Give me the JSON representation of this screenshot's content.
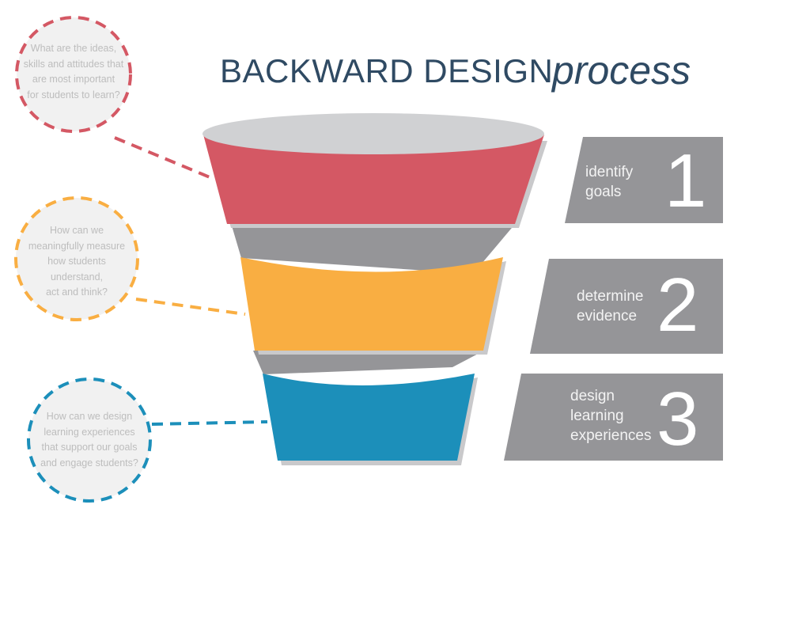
{
  "title": {
    "main": "BACKWARD DESIGN",
    "sub": "process"
  },
  "colors": {
    "red": "#d45864",
    "yellow": "#f9ae42",
    "blue": "#1c8fba",
    "gray": "#959598",
    "rim": "#d0d1d3",
    "circle_fill": "#f1f1f1",
    "title": "#2f4a63"
  },
  "questions": [
    {
      "lines": [
        "What are the ideas,",
        "skills and attitudes that",
        "are most important",
        "for students to learn?"
      ]
    },
    {
      "lines": [
        "How can we",
        "meaningfully measure",
        "how students",
        "understand,",
        "act and think?"
      ]
    },
    {
      "lines": [
        "How can we design",
        "learning experiences",
        "that support our goals",
        "and engage students?"
      ]
    }
  ],
  "steps": [
    {
      "number": "1",
      "lines": [
        "identify",
        "goals"
      ]
    },
    {
      "number": "2",
      "lines": [
        "determine",
        "evidence"
      ]
    },
    {
      "number": "3",
      "lines": [
        "design",
        "learning",
        "experiences"
      ]
    }
  ]
}
